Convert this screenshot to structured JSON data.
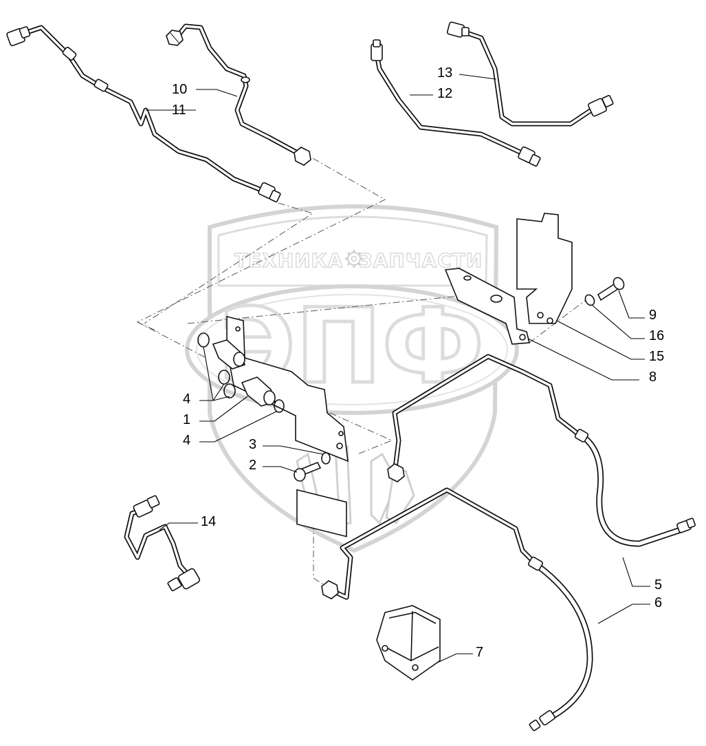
{
  "watermark": {
    "text_left": "ТЕХНИКА",
    "text_right": "ЗАПЧАСТИ",
    "logo": "ЭПФ",
    "gear_icon": "gear-icon",
    "colors": {
      "outline": "#d6d6d6",
      "fill": "#ffffff"
    }
  },
  "callouts": [
    {
      "id": "c10",
      "label": "10"
    },
    {
      "id": "c11",
      "label": "11"
    },
    {
      "id": "c13",
      "label": "13"
    },
    {
      "id": "c12",
      "label": "12"
    },
    {
      "id": "c9",
      "label": "9"
    },
    {
      "id": "c16",
      "label": "16"
    },
    {
      "id": "c15",
      "label": "15"
    },
    {
      "id": "c8",
      "label": "8"
    },
    {
      "id": "c4a",
      "label": "4"
    },
    {
      "id": "c1",
      "label": "1"
    },
    {
      "id": "c4b",
      "label": "4"
    },
    {
      "id": "c3",
      "label": "3"
    },
    {
      "id": "c2",
      "label": "2"
    },
    {
      "id": "c14",
      "label": "14"
    },
    {
      "id": "c5",
      "label": "5"
    },
    {
      "id": "c6",
      "label": "6"
    },
    {
      "id": "c7",
      "label": "7"
    }
  ]
}
